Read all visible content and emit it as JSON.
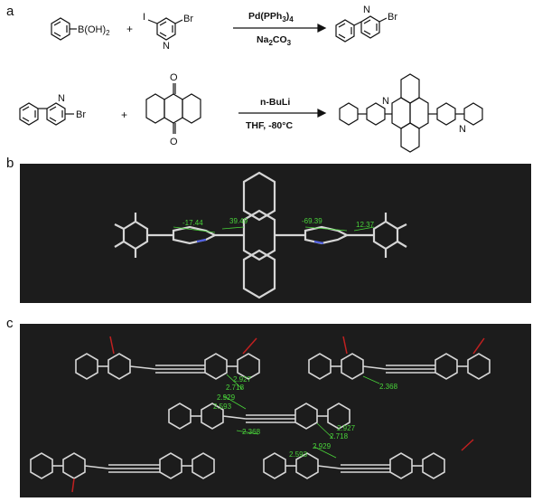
{
  "panels": {
    "a": "a",
    "b": "b",
    "c": "c"
  },
  "reaction1": {
    "reagent1_label": "B(OH)",
    "reagent1_sub": "2",
    "plus": "+",
    "iodo": "I",
    "bromo": "Br",
    "n_atom": "N",
    "catalyst_main": "Pd(PPh",
    "catalyst_sub": "3",
    "catalyst_close": ")",
    "catalyst_sub2": "4",
    "base_main": "Na",
    "base_sub": "2",
    "base_mid": "CO",
    "base_sub2": "3",
    "product_n": "N",
    "product_br": "Br"
  },
  "reaction2": {
    "reagent_br": "Br",
    "reagent_n": "N",
    "plus": "+",
    "o_top": "O",
    "o_bottom": "O",
    "reagent_cond1": "n-BuLi",
    "reagent_cond2": "THF, -80°C",
    "product_n1": "N",
    "product_n2": "N"
  },
  "panel_b_measurements": [
    "-17.44",
    "39.49",
    "-69.39",
    "12.37"
  ],
  "panel_c_measurements": [
    "2.927",
    "2.718",
    "2.929",
    "2.593",
    "2.368",
    "2.368",
    "2.927",
    "2.718",
    "2.929",
    "2.593"
  ],
  "colors": {
    "crystal_bg": "#1c1c1c",
    "bond": "#d6d6d6",
    "measure": "#49d43a",
    "nitrogen": "#5060e0",
    "oxygen": "#c02020"
  }
}
